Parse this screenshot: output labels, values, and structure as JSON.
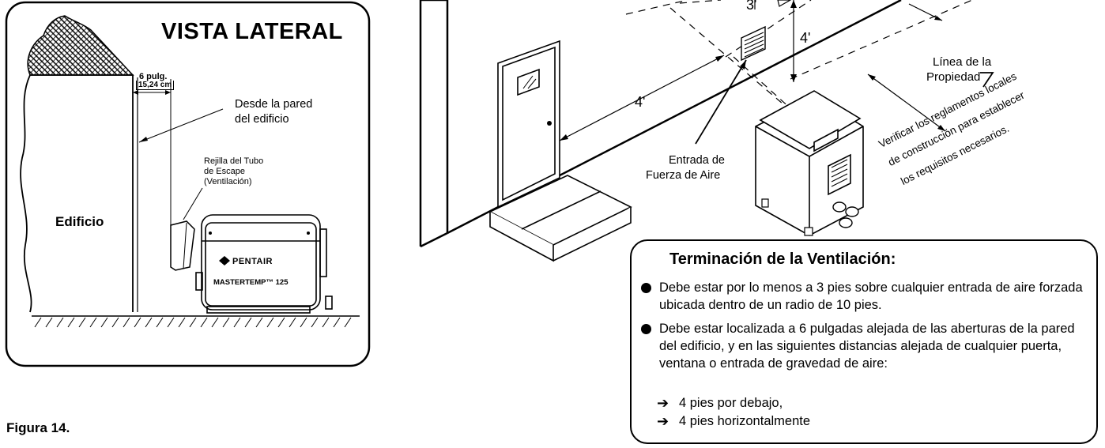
{
  "side_view": {
    "title": "VISTA LATERAL",
    "distance_label": "6 pulg.",
    "distance_metric": "15,24 cm",
    "wall_label_line1": "Desde la pared",
    "wall_label_line2": "del edificio",
    "vent_label_line1": "Rejilla del Tubo",
    "vent_label_line2": "de Escape",
    "vent_label_line3": "(Ventilación)",
    "building_label": "Edificio",
    "brand": "PENTAIR",
    "model": "MASTERTEMP™ 125"
  },
  "figure_caption": "Figura 14.",
  "perspective": {
    "dim_3ft": "3'",
    "dim_4ft_vertical": "4'",
    "dim_4ft_horizontal": "4'",
    "air_intake_line1": "Entrada de",
    "air_intake_line2": "Fuerza de Aire",
    "property_line1": "Línea de la",
    "property_line2": "Propiedad",
    "regulations_line1": "Verificar los reglamentos locales",
    "regulations_line2": "de construcción para establecer",
    "regulations_line3": "los requisitos necesarios."
  },
  "vent_box": {
    "title": "Terminación de la Ventilación:",
    "bullet1": "Debe estar por lo menos a 3 pies sobre cualquier entrada de aire forzada ubicada dentro de un radio de 10 pies.",
    "bullet2": "Debe estar localizada a 6 pulgadas alejada de las aberturas de la pared del edificio, y en las siguientes distancias alejada de cualquier puerta, ventana o entrada de gravedad de aire:",
    "sub1": "4 pies por debajo,",
    "sub2": "4 pies horizontalmente"
  }
}
